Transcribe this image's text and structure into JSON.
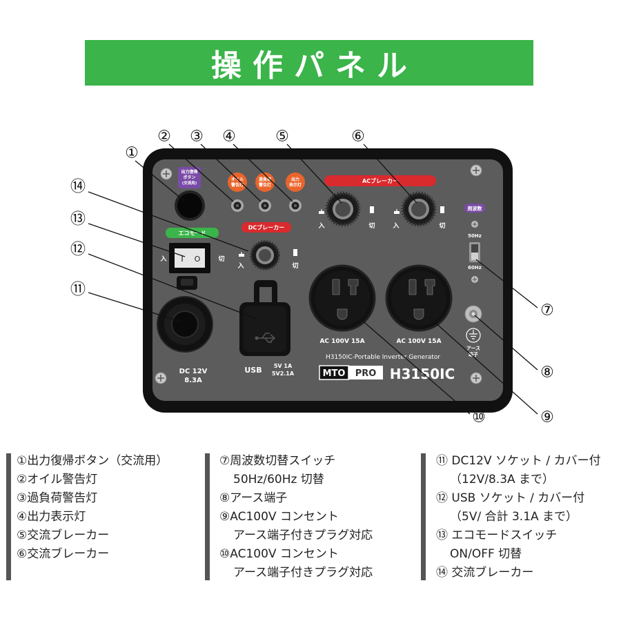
{
  "title": "操作パネル",
  "colors": {
    "banner": "#3bb44a",
    "panel": "#5c5c5c",
    "frame": "#111111",
    "red_label": "#d92a2e",
    "orange_lamp": "#e9652c",
    "purple_label": "#7a4ba6",
    "green_label": "#3bb44a"
  },
  "callouts": [
    "①",
    "②",
    "③",
    "④",
    "⑤",
    "⑥",
    "⑦",
    "⑧",
    "⑨",
    "⑩",
    "⑪",
    "⑫",
    "⑬",
    "⑭"
  ],
  "panel": {
    "reset_button_label": [
      "出力復帰",
      "ボタン",
      "(交流用)"
    ],
    "lamps": [
      {
        "lines": [
          "オイル",
          "警告灯"
        ]
      },
      {
        "lines": [
          "過負荷",
          "警告灯"
        ]
      },
      {
        "lines": [
          "出力",
          "表示灯"
        ]
      }
    ],
    "ac_breaker": {
      "label": "ACブレーカー",
      "on": "入",
      "off": "切"
    },
    "frequency": {
      "label": "周波数",
      "hz_50": "50Hz",
      "hz_60": "60Hz"
    },
    "eco_mode": {
      "label": "エコモード",
      "on": "入",
      "off": "切",
      "on_symbol": "I",
      "off_symbol": "O"
    },
    "dc_breaker": {
      "label": "DCブレーカー",
      "on": "入",
      "off": "切"
    },
    "dc_socket": {
      "voltage": "DC 12V",
      "current": "8.3A"
    },
    "usb": {
      "label": "USB",
      "rating_1": "5V 1A",
      "rating_2": "5V2.1A"
    },
    "outlets": [
      {
        "rating": "AC 100V 15A"
      },
      {
        "rating": "AC 100V 15A"
      }
    ],
    "model_line": "H3150IC-Portable Inverter Generator",
    "brand": {
      "part1": "MTO",
      "part2": "PRO"
    },
    "model": "H3150IC",
    "earth": {
      "lines": [
        "アース",
        "端子"
      ]
    }
  },
  "legend": {
    "columns": [
      {
        "items": [
          {
            "label": "①出力復帰ボタン（交流用）"
          },
          {
            "label": "②オイル警告灯"
          },
          {
            "label": "③過負荷警告灯"
          },
          {
            "label": "④出力表示灯"
          },
          {
            "label": "⑤交流ブレーカー"
          },
          {
            "label": "⑥交流ブレーカー"
          }
        ]
      },
      {
        "items": [
          {
            "label": "⑦周波数切替スイッチ",
            "note": "50Hz/60Hz 切替"
          },
          {
            "label": "⑧アース端子"
          },
          {
            "label": "⑨AC100V コンセント",
            "note": "アース端子付きプラグ対応"
          },
          {
            "label": "⑩AC100V コンセント",
            "note": "アース端子付きプラグ対応"
          }
        ]
      },
      {
        "items": [
          {
            "label": "⑪ DC12V ソケット / カバー付",
            "note": "（12V/8.3A まで）"
          },
          {
            "label": "⑫ USB ソケット / カバー付",
            "note": "（5V/ 合計 3.1A まで）"
          },
          {
            "label": "⑬ エコモードスイッチ",
            "note": "ON/OFF 切替"
          },
          {
            "label": "⑭ 交流ブレーカー"
          }
        ]
      }
    ]
  }
}
